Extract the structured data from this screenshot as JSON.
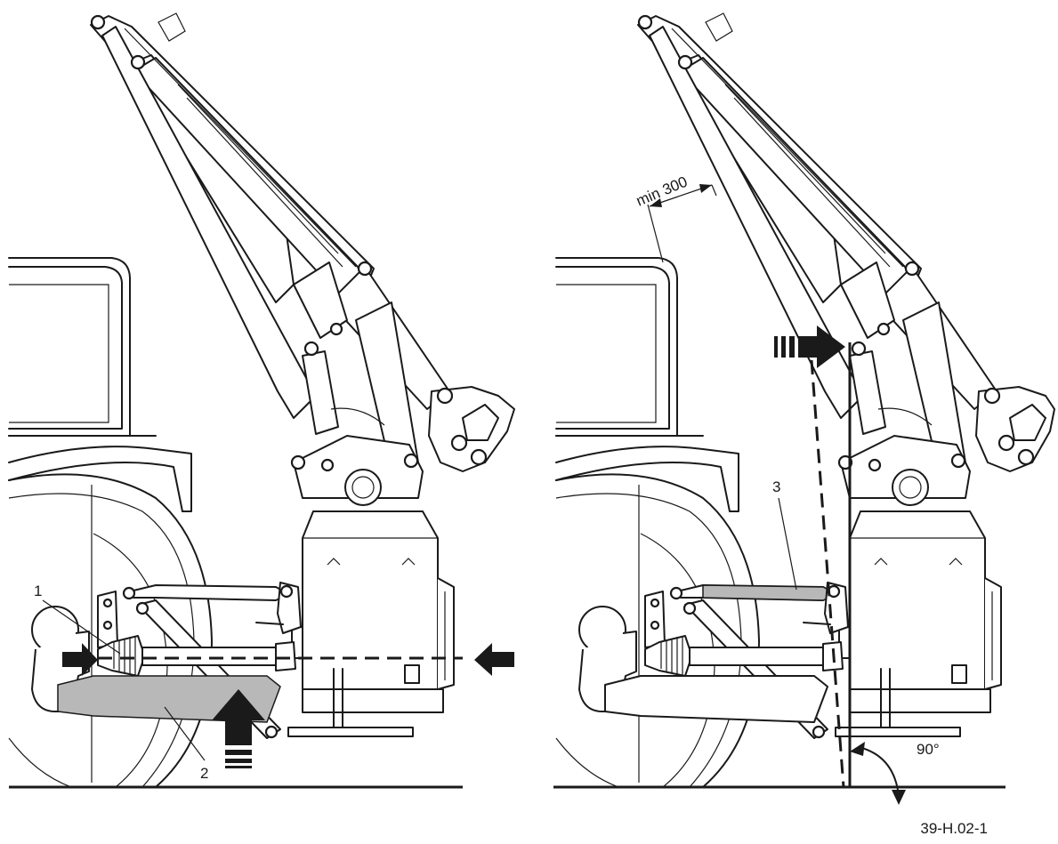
{
  "callouts": {
    "part_1": "1",
    "part_2": "2",
    "part_3": "3"
  },
  "dimension": {
    "min_distance": "min 300"
  },
  "angle": {
    "value": "90°"
  },
  "reference": {
    "code": "39-H.02-1"
  }
}
